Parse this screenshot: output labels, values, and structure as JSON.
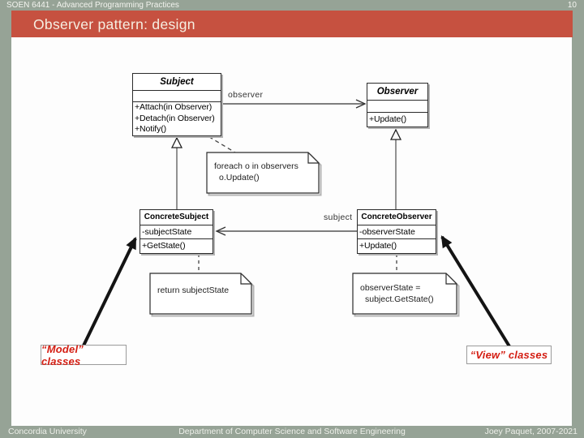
{
  "header": {
    "course_code": "SOEN 6441 - Advanced Programming Practices",
    "page_number": "10",
    "slide_title": "Observer pattern: design"
  },
  "footer": {
    "left": "Concordia University",
    "center": "Department of Computer Science and Software Engineering",
    "right": "Joey Paquet, 2007-2021"
  },
  "colors": {
    "slide_background": "#96a396",
    "banner_red": "#c65140",
    "annotation_red": "#d41d12"
  },
  "diagram": {
    "classes": {
      "subject": {
        "name": "Subject",
        "methods": [
          "+Attach(in Observer)",
          "+Detach(in Observer)",
          "+Notify()"
        ]
      },
      "observer": {
        "name": "Observer",
        "methods": [
          "+Update()"
        ]
      },
      "concreteSubject": {
        "name": "ConcreteSubject",
        "attributes": [
          "-subjectState"
        ],
        "methods": [
          "+GetState()"
        ]
      },
      "concreteObserver": {
        "name": "ConcreteObserver",
        "attributes": [
          "-observerState"
        ],
        "methods": [
          "+Update()"
        ]
      }
    },
    "edge_labels": {
      "observer": "observer",
      "subject": "subject"
    },
    "notes": {
      "notify_note": {
        "line1": "foreach o in observers",
        "line2": "o.Update()"
      },
      "getstate_note": {
        "line1": "return subjectState"
      },
      "update_note": {
        "line1": "observerState =",
        "line2": "subject.GetState()"
      }
    },
    "annotations": {
      "model_label": "“Model” classes",
      "view_label": "“View” classes"
    }
  }
}
